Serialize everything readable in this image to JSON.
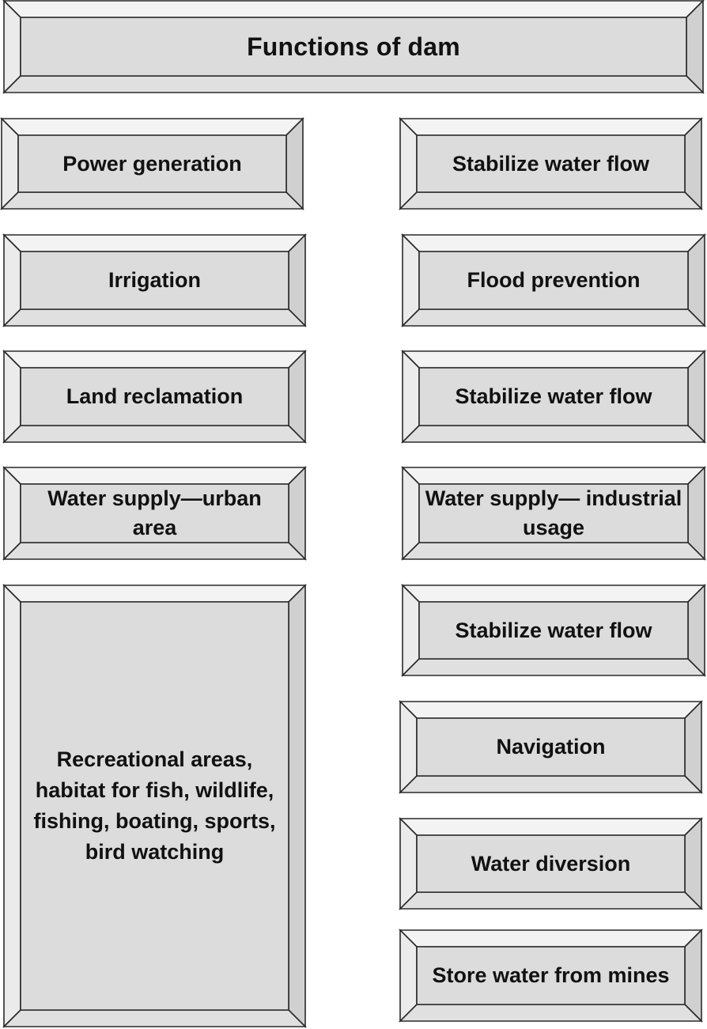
{
  "diagram": {
    "title": "Functions of dam",
    "left_boxes": [
      "Power generation",
      "Irrigation",
      "Land reclamation",
      "Water supply—urban area",
      "Recreational areas, habitat for fish, wildlife, fishing, boating, sports, bird watching"
    ],
    "right_boxes": [
      "Stabilize water flow",
      "Flood prevention",
      "Stabilize water flow",
      "Water supply— industrial usage",
      "Stabilize water flow",
      "Navigation",
      "Water diversion",
      "Store water from mines"
    ]
  },
  "colors": {
    "face": "#dcdcdc",
    "bevel_top": "#f3f3f3",
    "bevel_left": "#ebebeb",
    "bevel_right": "#d0d0d0",
    "bevel_bottom": "#e0e0e0",
    "outline": "#2a2a2a",
    "text": "#111111"
  }
}
